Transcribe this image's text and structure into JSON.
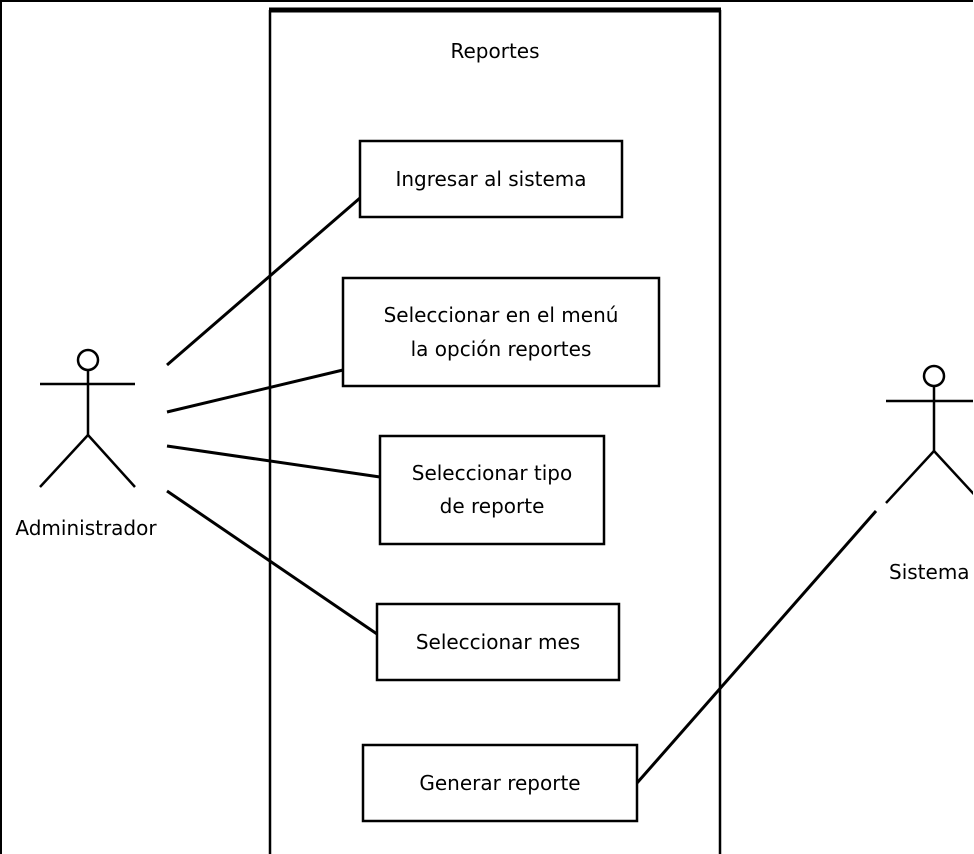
{
  "system": {
    "title": "Reportes"
  },
  "actors": {
    "admin": {
      "label": "Administrador"
    },
    "system": {
      "label": "Sistema"
    }
  },
  "use_cases": [
    {
      "lines": [
        "Ingresar al sistema"
      ]
    },
    {
      "lines": [
        "Seleccionar en el menú",
        "la opción reportes"
      ]
    },
    {
      "lines": [
        "Seleccionar tipo",
        "de reporte"
      ]
    },
    {
      "lines": [
        "Seleccionar mes"
      ]
    },
    {
      "lines": [
        "Generar reporte"
      ]
    }
  ],
  "colors": {
    "stroke": "#000000",
    "background": "#ffffff"
  }
}
